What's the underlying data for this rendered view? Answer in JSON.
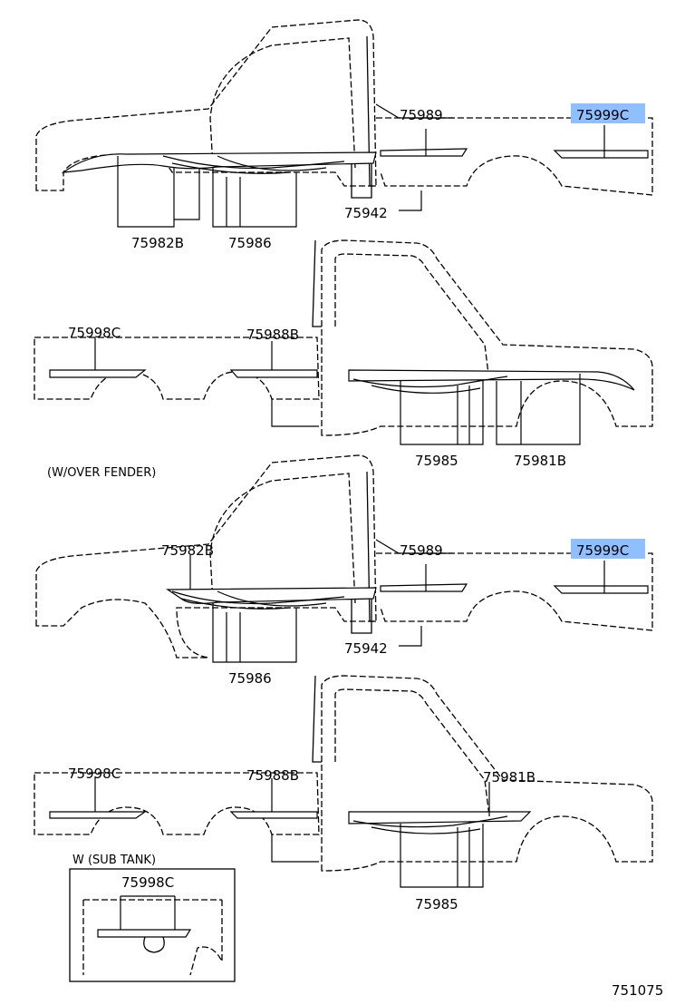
{
  "labels": {
    "v1": {
      "a": "75989",
      "b": "75999C",
      "c": "75942",
      "d": "75982B",
      "e": "75986"
    },
    "v2": {
      "a": "75998C",
      "b": "75988B",
      "c": "75985",
      "d": "75981B"
    },
    "section": "(W/OVER FENDER)",
    "v3": {
      "a": "75982B",
      "b": "75989",
      "c": "75999C",
      "d": "75942",
      "e": "75986"
    },
    "v4": {
      "a": "75998C",
      "b": "75988B",
      "c": "75981B",
      "d": "75985"
    },
    "inset_title": "W (SUB TANK)",
    "inset_label": "75998C",
    "figure_code": "751075"
  },
  "colors": {
    "highlight": "#8fbfff",
    "line": "#000000"
  }
}
